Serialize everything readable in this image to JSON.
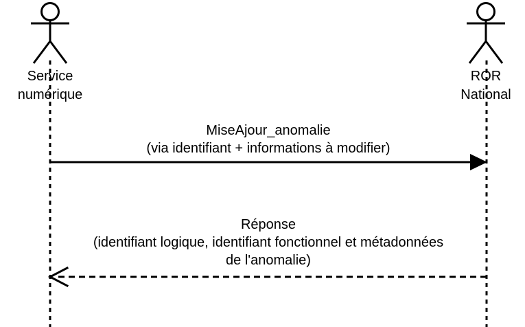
{
  "diagram": {
    "type": "uml-sequence-diagram",
    "colors": {
      "stroke": "#000000",
      "background": "#ffffff",
      "text": "#000000"
    },
    "actors": [
      {
        "id": "service-numerique",
        "label_lines": [
          "Service",
          "numérique"
        ],
        "icon": "stick-figure-actor-icon",
        "lifeline_style": "dashed"
      },
      {
        "id": "ror-national",
        "label_lines": [
          "ROR",
          "National"
        ],
        "icon": "stick-figure-actor-icon",
        "lifeline_style": "dashed"
      }
    ],
    "messages": [
      {
        "id": "message-miseajour-anomalie",
        "direction": "left-to-right",
        "from": "service-numerique",
        "to": "ror-national",
        "line_style": "solid",
        "arrowhead": "filled-triangle",
        "label_lines": [
          "MiseAjour_anomalie",
          "(via identifiant + informations à modifier)"
        ]
      },
      {
        "id": "message-reponse",
        "direction": "right-to-left",
        "from": "ror-national",
        "to": "service-numerique",
        "line_style": "dashed",
        "arrowhead": "open-v",
        "label_lines": [
          "Réponse",
          "(identifiant logique, identifiant fonctionnel et métadonnées",
          "de l'anomalie)"
        ]
      }
    ]
  }
}
